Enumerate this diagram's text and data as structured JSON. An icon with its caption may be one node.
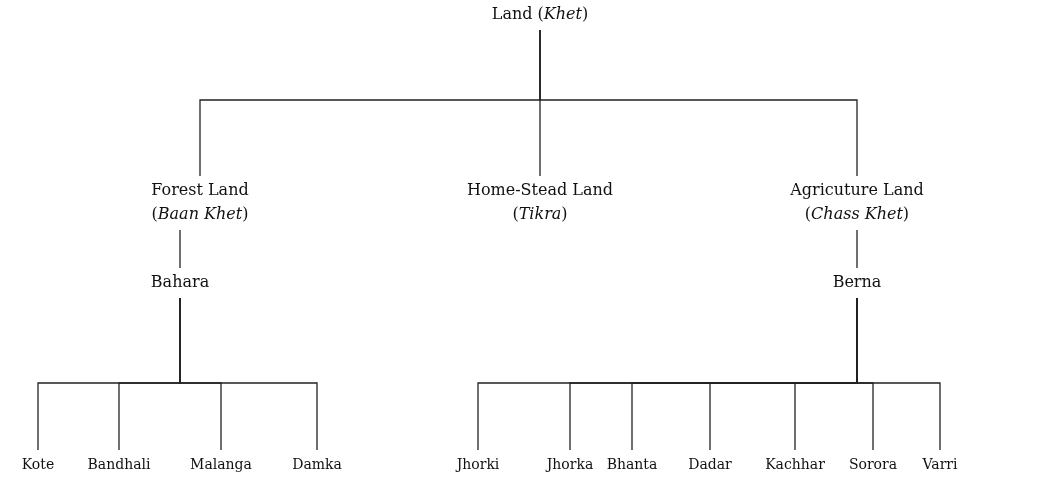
{
  "diagram": {
    "nodes": [
      {
        "text": [
          "Land (*Khet*)"
        ]
      },
      {
        "text": [
          "Forest Land",
          "(*Baan Khet*)"
        ]
      },
      {
        "text": [
          "Home-Stead Land",
          "(*Tikra*)"
        ]
      },
      {
        "text": [
          "Agricuture Land",
          "(*Chass Khet*)"
        ]
      },
      {
        "text": [
          "Bahara"
        ]
      },
      {
        "text": [
          "Berna"
        ]
      },
      {
        "text": [
          "Kote"
        ]
      },
      {
        "text": [
          "Bandhali"
        ]
      },
      {
        "text": [
          "Malanga"
        ]
      },
      {
        "text": [
          "Damka"
        ]
      },
      {
        "text": [
          "Jhorki"
        ]
      },
      {
        "text": [
          "Jhorka"
        ]
      },
      {
        "text": [
          "Bhanta"
        ]
      },
      {
        "text": [
          "Dadar"
        ]
      },
      {
        "text": [
          "Kachhar"
        ]
      },
      {
        "text": [
          "Sorora"
        ]
      },
      {
        "text": [
          "Varri"
        ]
      }
    ],
    "edges": [
      {
        "from": 0,
        "to": 1,
        "arrow": "none"
      },
      {
        "from": 0,
        "to": 2,
        "arrow": "none"
      },
      {
        "from": 0,
        "to": 3,
        "arrow": "none"
      },
      {
        "from": 1,
        "to": 4,
        "arrow": "none"
      },
      {
        "from": 3,
        "to": 5,
        "arrow": "none"
      },
      {
        "from": 4,
        "to": 6,
        "arrow": "none"
      },
      {
        "from": 4,
        "to": 7,
        "arrow": "none"
      },
      {
        "from": 4,
        "to": 8,
        "arrow": "none"
      },
      {
        "from": 4,
        "to": 9,
        "arrow": "none"
      },
      {
        "from": 5,
        "to": 10,
        "arrow": "none"
      },
      {
        "from": 5,
        "to": 11,
        "arrow": "none"
      },
      {
        "from": 5,
        "to": 12,
        "arrow": "none"
      },
      {
        "from": 5,
        "to": 13,
        "arrow": "none"
      },
      {
        "from": 5,
        "to": 14,
        "arrow": "none"
      },
      {
        "from": 5,
        "to": 15,
        "arrow": "none"
      },
      {
        "from": 5,
        "to": 16,
        "arrow": "none"
      }
    ]
  }
}
